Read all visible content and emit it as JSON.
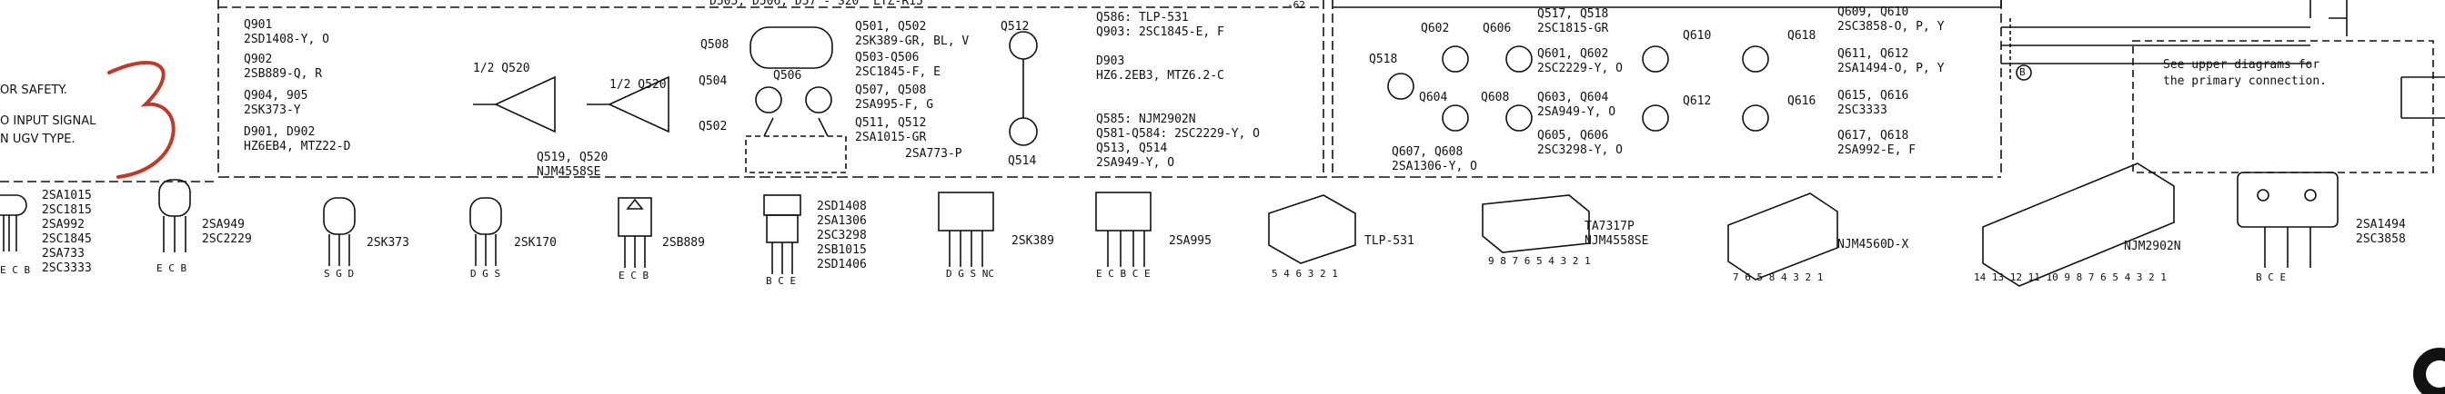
{
  "left_notes": [
    "OR SAFETY.",
    "O INPUT SIGNAL",
    "N UGV TYPE."
  ],
  "handwritten_mark": "3",
  "group1": {
    "lines": [
      "Q901",
      "2SD1408-Y, O",
      "Q902",
      "2SB889-Q, R",
      "Q904, 905",
      "2SK373-Y",
      "D901, D902",
      "HZ6EB4, MTZ22-D"
    ]
  },
  "top_cut_label": "D505, D506, D57 - S20  LTZ-R15",
  "top_cut_tail": "-62",
  "opamps": {
    "a": "1/2 Q520",
    "b": "1/2 Q520",
    "bottom": [
      "Q519, Q520",
      "NJM4558SE"
    ]
  },
  "group2_nodes": [
    "Q508",
    "Q504",
    "Q506",
    "Q502"
  ],
  "group2": {
    "lines": [
      "Q501, Q502",
      "2SK389-GR, BL, V",
      "Q503-Q506",
      "2SC1845-F, E",
      "Q507, Q508",
      "2SA995-F, G",
      "Q511, Q512",
      "2SA1015-GR",
      "2SA773-P"
    ],
    "q512": "Q512",
    "q514": "Q514"
  },
  "group3": {
    "lines": [
      "Q586: TLP-531",
      "Q903: 2SC1845-E, F",
      "",
      "D903",
      "HZ6.2EB3, MTZ6.2-C",
      "",
      "Q585: NJM2902N",
      "Q581-Q584: 2SC2229-Y, O",
      "Q513, Q514",
      "2SA949-Y, O"
    ]
  },
  "group4": {
    "nodes": [
      "Q602",
      "Q606",
      "Q610",
      "Q618",
      "Q518",
      "Q604",
      "Q608",
      "Q612",
      "Q616"
    ],
    "lines_a": [
      "Q517, Q518",
      "2SC1815-GR",
      "Q601, Q602",
      "2SC2229-Y, O",
      "Q603, Q604",
      "2SA949-Y, O",
      "Q605, Q606",
      "2SC3298-Y, O"
    ],
    "lines_b": [
      "Q607, Q608",
      "2SA1306-Y, O"
    ]
  },
  "group5": {
    "lines": [
      "Q609, Q610",
      "2SC3858-O, P, Y",
      "Q611, Q612",
      "2SA1494-O, P, Y",
      "Q615, Q616",
      "2SC3333",
      "Q617, Q618",
      "2SA992-E, F"
    ],
    "node": "B"
  },
  "note_box": [
    "See upper diagrams for",
    "the primary connection."
  ],
  "packages": [
    {
      "labels": [
        "2SA1015",
        "2SC1815",
        "2SA992",
        "2SC1845",
        "2SA733",
        "2SC3333"
      ],
      "pins": "E C B"
    },
    {
      "labels": [
        "2SA949",
        "2SC2229"
      ],
      "pins": "E C B"
    },
    {
      "labels": [
        "2SK373"
      ],
      "pins": "S G D"
    },
    {
      "labels": [
        "2SK170"
      ],
      "pins": "D G S"
    },
    {
      "labels": [
        "2SB889"
      ],
      "pins": "E C B"
    },
    {
      "labels": [
        "2SD1408",
        "2SA1306",
        "2SC3298",
        "2SB1015",
        "2SD1406"
      ],
      "pins": "B C E"
    },
    {
      "labels": [
        "2SK389"
      ],
      "pins": "D G S NC"
    },
    {
      "labels": [
        "2SA995"
      ],
      "pins": "E C B C E"
    },
    {
      "labels": [
        "TLP-531"
      ],
      "pins": "5 4 6 3 2 1"
    },
    {
      "labels": [
        "TA7317P",
        "NJM4558SE"
      ],
      "pins": "9 8 7 6 5 4 3 2 1"
    },
    {
      "labels": [
        "NJM4560D-X"
      ],
      "pins": "7 6 5 8 4 3 2 1"
    },
    {
      "labels": [
        "NJM2902N"
      ],
      "pins": "14 13 12 11 10 9 8 7 6 5 4 3 2 1"
    },
    {
      "labels": [
        "2SA1494",
        "2SC3858"
      ],
      "pins": "B C E"
    }
  ]
}
